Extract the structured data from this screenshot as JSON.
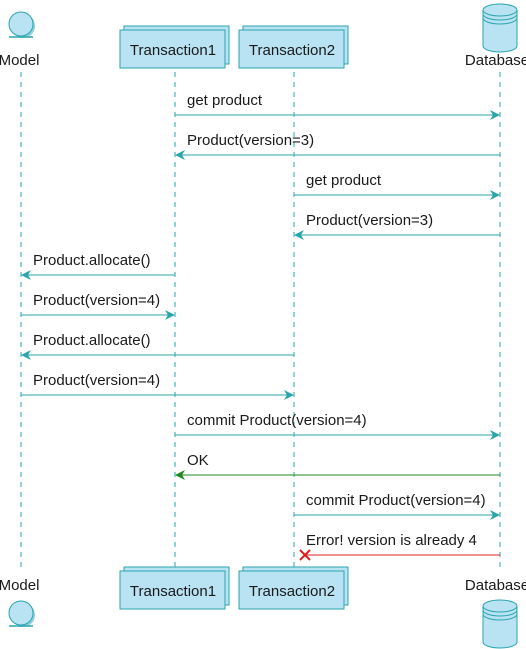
{
  "participants": [
    {
      "id": "model",
      "label": "Model",
      "kind": "entity"
    },
    {
      "id": "t1",
      "label": "Transaction1",
      "kind": "participant"
    },
    {
      "id": "t2",
      "label": "Transaction2",
      "kind": "participant"
    },
    {
      "id": "db",
      "label": "Database",
      "kind": "database"
    }
  ],
  "messages": [
    {
      "from": "t1",
      "to": "db",
      "label": "get product",
      "status": "normal"
    },
    {
      "from": "db",
      "to": "t1",
      "label": "Product(version=3)",
      "status": "normal"
    },
    {
      "from": "t2",
      "to": "db",
      "label": "get product",
      "status": "normal"
    },
    {
      "from": "db",
      "to": "t2",
      "label": "Product(version=3)",
      "status": "normal"
    },
    {
      "from": "t1",
      "to": "model",
      "label": "Product.allocate()",
      "status": "normal"
    },
    {
      "from": "model",
      "to": "t1",
      "label": "Product(version=4)",
      "status": "normal"
    },
    {
      "from": "t2",
      "to": "model",
      "label": "Product.allocate()",
      "status": "normal"
    },
    {
      "from": "model",
      "to": "t2",
      "label": "Product(version=4)",
      "status": "normal"
    },
    {
      "from": "t1",
      "to": "db",
      "label": "commit Product(version=4)",
      "status": "normal"
    },
    {
      "from": "db",
      "to": "t1",
      "label": "OK",
      "status": "ok"
    },
    {
      "from": "t2",
      "to": "db",
      "label": "commit Product(version=4)",
      "status": "normal"
    },
    {
      "from": "db",
      "to": "t2",
      "label": "Error! version is already 4",
      "status": "error"
    }
  ],
  "colors": {
    "normal": "#2aa5ad",
    "ok": "#1f8a1f",
    "error": "#e02020",
    "box_fill": "#b9e3f3",
    "box_stroke": "#2aa5ad",
    "lifeline": "#2aa5ad"
  }
}
